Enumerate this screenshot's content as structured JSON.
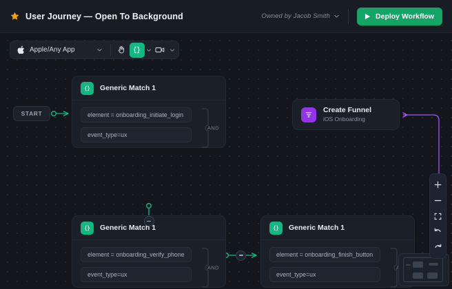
{
  "header": {
    "star_icon": "star-icon",
    "title": "User Journey — Open To Background",
    "owner_label": "Owned by Jacob Smith",
    "owner_chevron_icon": "chevron-down-icon",
    "deploy_label": "Deploy Workflow",
    "deploy_play_icon": "play-icon"
  },
  "toolbar": {
    "apple_icon": "apple-icon",
    "app_label": "Apple/Any App",
    "app_chevron_icon": "chevron-down-icon",
    "hand_icon": "hand-tool-icon",
    "code_icon": "code-braces-icon",
    "code_chevron_icon": "chevron-down-icon",
    "camera_icon": "video-camera-icon",
    "camera_chevron_icon": "chevron-down-icon"
  },
  "canvas": {
    "start": {
      "label": "START"
    },
    "nodes": [
      {
        "id": "match-1",
        "title": "Generic Match 1",
        "badge_icon": "code-braces-icon",
        "conditions": [
          "element = onboarding_initiate_login",
          "event_type=ux"
        ],
        "operator": "AND"
      },
      {
        "id": "match-2",
        "title": "Generic Match 1",
        "badge_icon": "code-braces-icon",
        "conditions": [
          "element = onboarding_verify_phone",
          "event_type=ux"
        ],
        "operator": "AND"
      },
      {
        "id": "match-3",
        "title": "Generic Match 1",
        "badge_icon": "code-braces-icon",
        "conditions": [
          "element = onboarding_finish_button",
          "event_type=ux"
        ],
        "operator": "AND"
      }
    ],
    "funnel": {
      "title": "Create Funnel",
      "subtitle": "iOS Onboarding",
      "badge_icon": "funnel-icon"
    }
  },
  "controls": {
    "zoom_in_icon": "plus-icon",
    "zoom_out_icon": "minus-icon",
    "fit_icon": "fit-screen-icon",
    "undo_icon": "undo-arrow-icon",
    "redo_icon": "redo-arrow-icon"
  },
  "minimap": {
    "name": "minimap"
  },
  "colors": {
    "accent_green": "#10b981",
    "deploy_green": "#12a565",
    "purple": "#9333ea",
    "edge_purple": "#a855f7",
    "star_gold": "#e8a317",
    "canvas_bg": "#13161d",
    "panel_bg": "#1a1f28"
  }
}
